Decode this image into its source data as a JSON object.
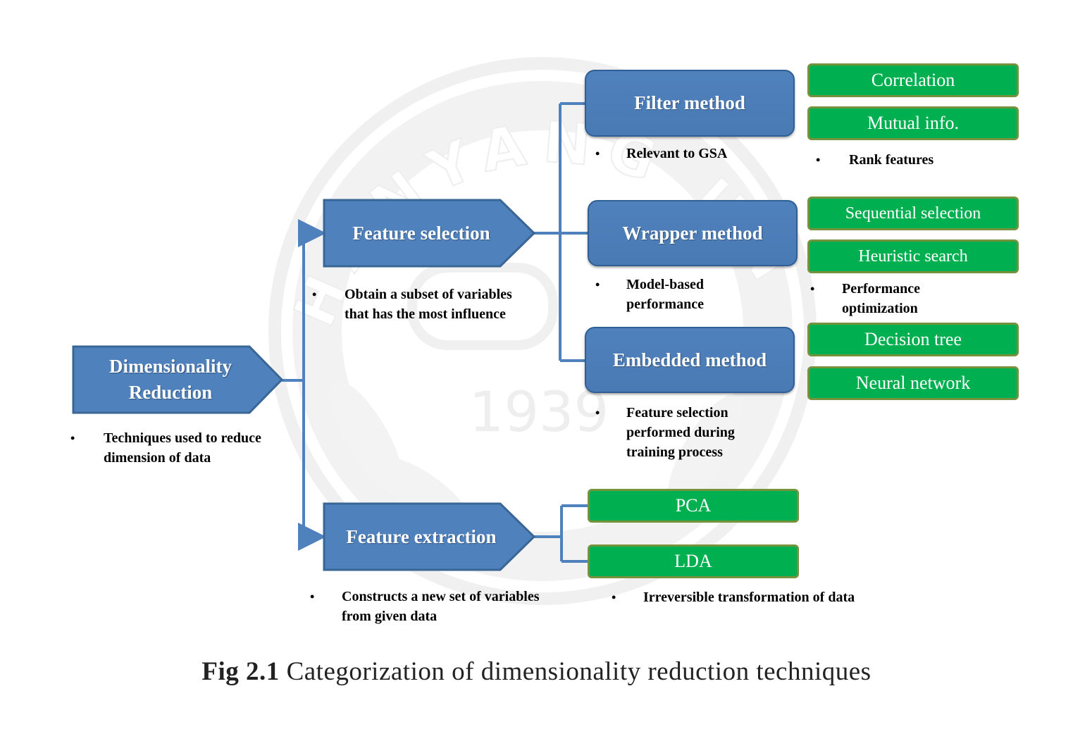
{
  "colors": {
    "primary_box": "#4f81bd",
    "primary_border": "#3a6695",
    "leaf_box": "#00b050",
    "leaf_border": "#76923c",
    "connector": "#4f81bd"
  },
  "watermark": {
    "text_arc": "HANYANG UNIVERSITY",
    "year": "1939"
  },
  "root": {
    "label": "Dimensionality Reduction",
    "note": "Techniques used to reduce\ndimension of data"
  },
  "feature_selection": {
    "label": "Feature selection",
    "note": "Obtain a subset of variables\nthat has the most influence",
    "methods": [
      {
        "label": "Filter method",
        "note": "Relevant to GSA",
        "leaves": [
          "Correlation",
          "Mutual info."
        ],
        "leaves_note": "Rank features"
      },
      {
        "label": "Wrapper method",
        "note": "Model-based\nperformance",
        "leaves": [
          "Sequential selection",
          "Heuristic search"
        ],
        "leaves_note": "Performance\noptimization"
      },
      {
        "label": "Embedded method",
        "note": "Feature selection\nperformed during\ntraining process",
        "leaves": [
          "Decision tree",
          "Neural network"
        ]
      }
    ]
  },
  "feature_extraction": {
    "label": "Feature extraction",
    "note": "Constructs a new set of variables\nfrom given data",
    "leaves": [
      "PCA",
      "LDA"
    ],
    "leaves_note": "Irreversible transformation of data"
  },
  "caption": {
    "figure_number": "Fig 2.1",
    "text": "Categorization of dimensionality reduction techniques"
  },
  "bullet_char": "•"
}
